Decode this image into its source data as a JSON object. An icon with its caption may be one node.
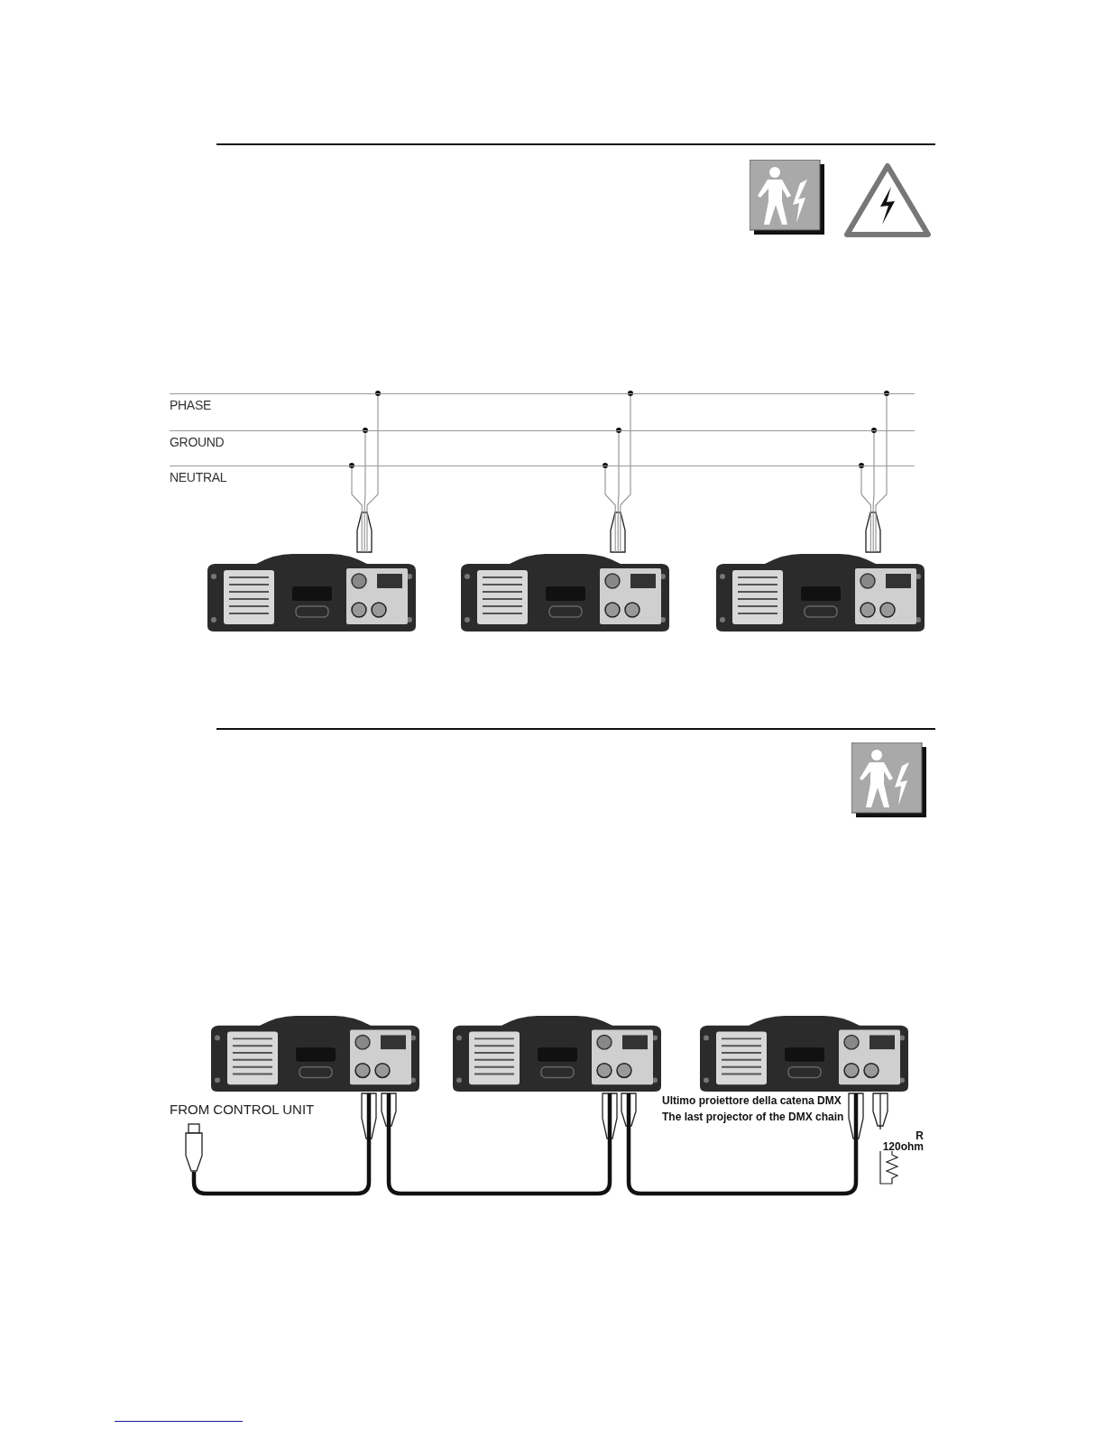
{
  "diagram": {
    "nodes": [
      {
        "text": [],
        "shape": "line",
        "beside": [
          "PHASE"
        ]
      },
      {
        "text": [],
        "shape": "line",
        "beside": [
          "GROUND"
        ]
      },
      {
        "text": [],
        "shape": "line",
        "beside": [
          "NEUTRAL"
        ]
      },
      {
        "text": [],
        "shape": "picture"
      },
      {
        "text": [],
        "shape": "picture"
      },
      {
        "text": [],
        "shape": "picture"
      },
      {
        "text": [],
        "shape": "picture"
      },
      {
        "text": [],
        "shape": "picture"
      },
      {
        "text": [],
        "shape": "picture"
      },
      {
        "text": [
          "FROM CONTROL UNIT"
        ]
      },
      {
        "text": [
          "R",
          "120ohm"
        ]
      }
    ],
    "edges": [
      {
        "from": 0,
        "to": 3,
        "arrow": "other"
      },
      {
        "from": 1,
        "to": 3,
        "arrow": "other"
      },
      {
        "from": 2,
        "to": 3,
        "arrow": "other"
      },
      {
        "from": 0,
        "to": 4,
        "arrow": "other"
      },
      {
        "from": 1,
        "to": 4,
        "arrow": "other"
      },
      {
        "from": 2,
        "to": 4,
        "arrow": "other"
      },
      {
        "from": 0,
        "to": 5,
        "arrow": "other"
      },
      {
        "from": 1,
        "to": 5,
        "arrow": "other"
      },
      {
        "from": 2,
        "to": 5,
        "arrow": "other"
      },
      {
        "from": 9,
        "to": 6,
        "arrow": "none",
        "style": "thick",
        "color": "#111111"
      },
      {
        "from": 6,
        "to": 7,
        "arrow": "none",
        "style": "thick",
        "color": "#111111"
      },
      {
        "from": 7,
        "to": 8,
        "arrow": "none",
        "style": "thick",
        "color": "#111111"
      },
      {
        "from": 8,
        "to": 10,
        "arrow": "none",
        "color": "#111111"
      }
    ],
    "labels": [
      "Ultimo proiettore della catena DMX",
      "The last projector of the DMX chain"
    ]
  }
}
